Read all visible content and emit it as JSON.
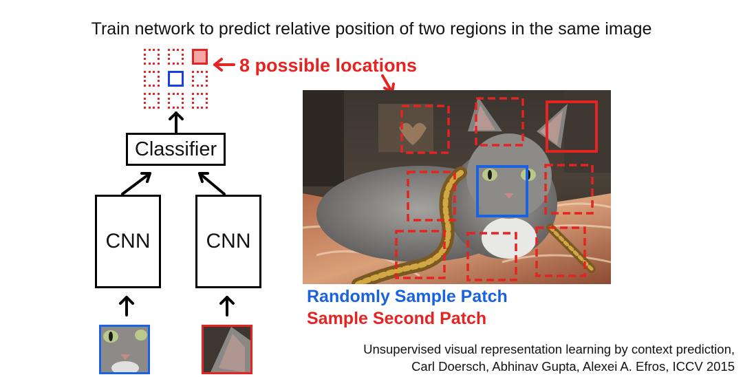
{
  "title": "Train network to predict relative position of two regions in the same image",
  "grid_label": "8 possible locations",
  "classifier_label": "Classifier",
  "cnn_left_label": "CNN",
  "cnn_right_label": "CNN",
  "legend_blue": "Randomly Sample Patch",
  "legend_red": "Sample Second Patch",
  "citation_line1": "Unsupervised visual representation learning by context prediction,",
  "citation_line2": "Carl Doersch, Abhinav Gupta, Alexei A. Efros, ICCV 2015",
  "colors": {
    "red": "#e52320",
    "blue": "#1a62e0",
    "black": "#000000"
  }
}
